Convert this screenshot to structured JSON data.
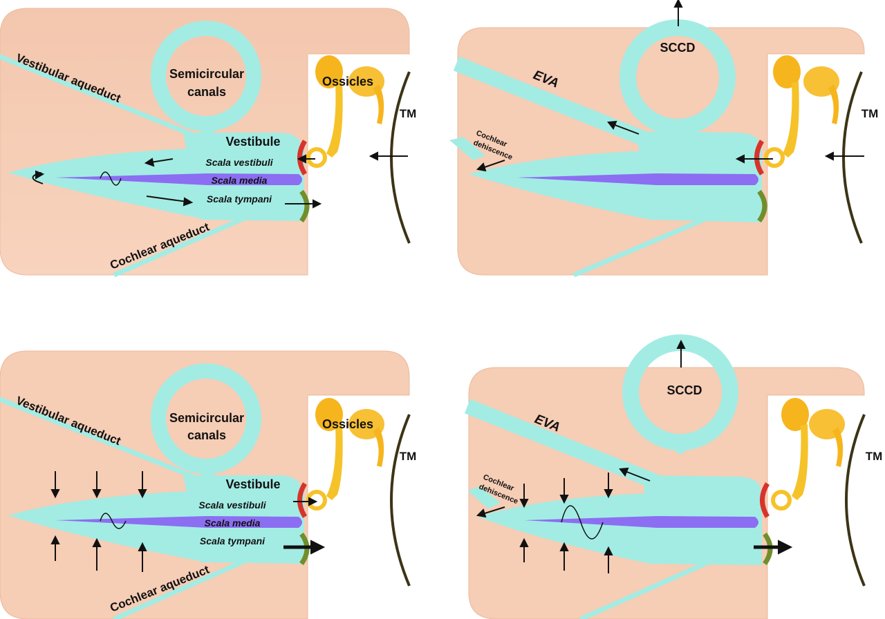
{
  "panels": [
    {
      "labels": {
        "vestibular_aqueduct": "Vestibular aqueduct",
        "semicircular_1": "Semicircular",
        "semicircular_2": "canals",
        "ossicles": "Ossicles",
        "tm": "TM",
        "vestibule": "Vestibule",
        "scala_vestibuli": "Scala vestibuli",
        "scala_media": "Scala media",
        "scala_tympani": "Scala tympani",
        "cochlear_aqueduct": "Cochlear aqueduct"
      }
    },
    {
      "labels": {
        "sccd": "SCCD",
        "eva": "EVA",
        "tm": "TM",
        "cochlear_dehiscence_1": "Cochlear",
        "cochlear_dehiscence_2": "dehiscence"
      }
    },
    {
      "labels": {
        "vestibular_aqueduct": "Vestibular aqueduct",
        "semicircular_1": "Semicircular",
        "semicircular_2": "canals",
        "ossicles": "Ossicles",
        "tm": "TM",
        "vestibule": "Vestibule",
        "scala_vestibuli": "Scala vestibuli",
        "scala_media": "Scala media",
        "scala_tympani": "Scala tympani",
        "cochlear_aqueduct": "Cochlear aqueduct"
      }
    },
    {
      "labels": {
        "sccd": "SCCD",
        "eva": "EVA",
        "tm": "TM",
        "cochlear_dehiscence_1": "Cochlear",
        "cochlear_dehiscence_2": "dehiscence"
      }
    }
  ],
  "colors": {
    "bone": "#f6cdb5",
    "fluid": "#a3ece4",
    "scala_media": "#8b6ef2",
    "oval_window": "#d8332b",
    "round_window": "#6f8f2c",
    "ossicles": "#f6b51d",
    "tympanic_membrane": "#3c3416"
  }
}
